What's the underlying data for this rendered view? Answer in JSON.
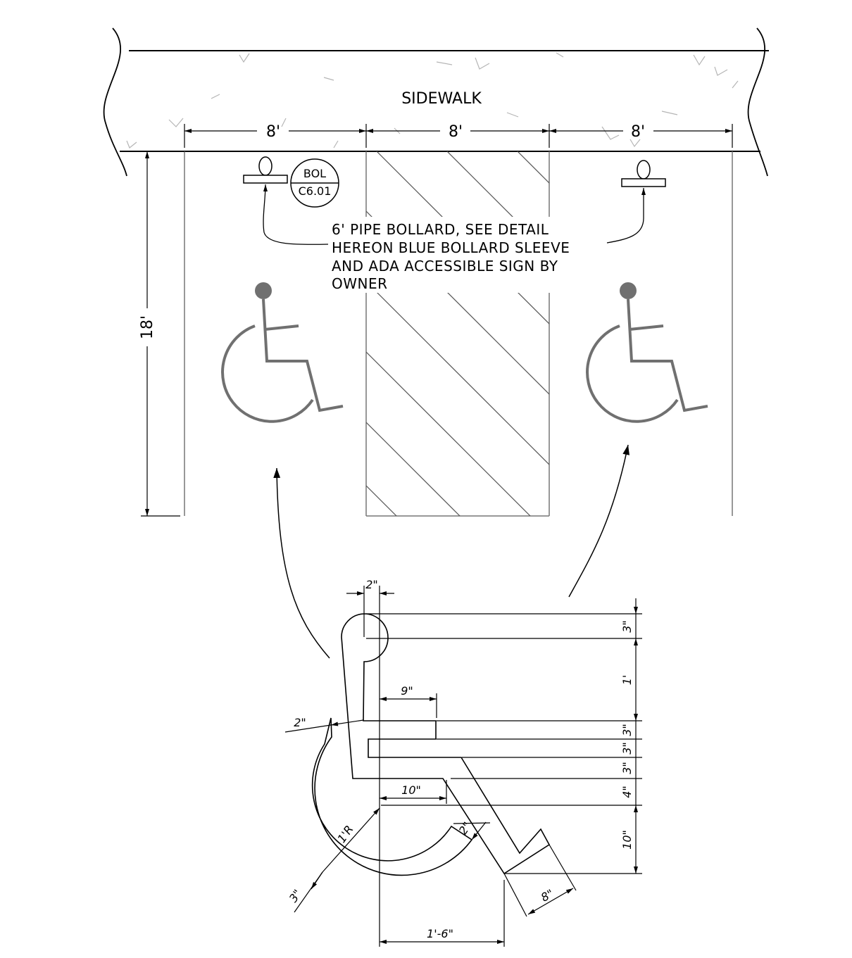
{
  "labels": {
    "sidewalk": "SIDEWALK",
    "stall_width_1": "8'",
    "aisle_width": "8'",
    "stall_width_2": "8'",
    "stall_depth": "18'",
    "callout_top": "BOL",
    "callout_bottom": "C6.01"
  },
  "note_lines": [
    "6' PIPE BOLLARD, SEE DETAIL",
    "HEREON BLUE BOLLARD SLEEVE",
    "AND ADA ACCESSIBLE SIGN BY",
    "OWNER"
  ],
  "detail_dims": {
    "head_offset": "2\"",
    "arm_length": "9\"",
    "wheel_thickness": "2\"",
    "seat_length": "10\"",
    "radius": "1'R",
    "rim_width": "3\"",
    "leg_gap": "2\"",
    "foot_length": "8\"",
    "overall_width": "1'-6\"",
    "v_head": "3\"",
    "v_torso": "1'",
    "v_arm": "3\"",
    "v_gap": "3\"",
    "v_seat": "3\"",
    "v_frame": "4\"",
    "v_leg": "10\""
  }
}
